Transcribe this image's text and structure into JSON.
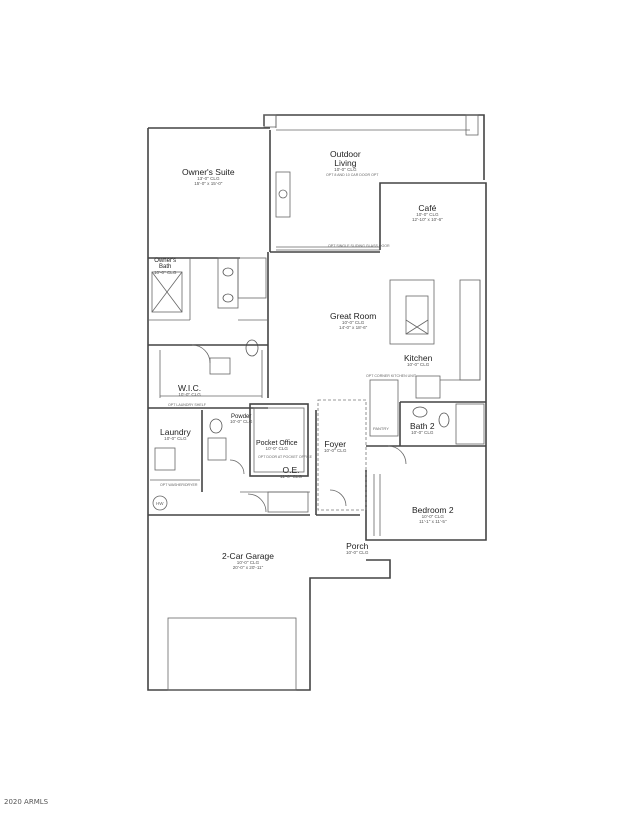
{
  "rooms": [
    {
      "id": "owners-suite",
      "name": "Owner's Suite",
      "sizes": [
        "13'-0\" CLG",
        "15'-0\" x 15'-0\""
      ]
    },
    {
      "id": "outdoor-living",
      "name": "Outdoor\nLiving",
      "sizes": [
        "10'-0\" CLG"
      ]
    },
    {
      "id": "cafe",
      "name": "Café",
      "sizes": [
        "10'-0\" CLG",
        "12'-10\" x 10'-6\""
      ]
    },
    {
      "id": "owners-bath",
      "name": "Owner's\nBath",
      "sizes": [
        "10'-0\" CLG"
      ]
    },
    {
      "id": "great-room",
      "name": "Great Room",
      "sizes": [
        "10'-0\" CLG",
        "14'-0\" x 18'-6\""
      ]
    },
    {
      "id": "kitchen",
      "name": "Kitchen",
      "sizes": [
        "10'-0\" CLG"
      ]
    },
    {
      "id": "wic",
      "name": "W.I.C.",
      "sizes": [
        "10'-0\" CLG"
      ]
    },
    {
      "id": "laundry",
      "name": "Laundry",
      "sizes": [
        "10'-0\" CLG"
      ]
    },
    {
      "id": "powder",
      "name": "Powder",
      "sizes": [
        "10'-0\" CLG"
      ]
    },
    {
      "id": "pocket-office",
      "name": "Pocket Office",
      "sizes": [
        "10'-0\" CLG"
      ]
    },
    {
      "id": "foyer",
      "name": "Foyer",
      "sizes": [
        "10'-0\" CLG"
      ]
    },
    {
      "id": "bath-2",
      "name": "Bath 2",
      "sizes": [
        "10'-0\" CLG"
      ]
    },
    {
      "id": "oe",
      "name": "O.E.",
      "sizes": [
        "11'-0\" CLG"
      ]
    },
    {
      "id": "bedroom-2",
      "name": "Bedroom 2",
      "sizes": [
        "10'-0\" CLG",
        "11'-1\" x 11'-5\""
      ]
    },
    {
      "id": "porch",
      "name": "Porch",
      "sizes": [
        "10'-0\" CLG"
      ]
    },
    {
      "id": "garage",
      "name": "2-Car Garage",
      "sizes": [
        "10'-0\" CLG",
        "20'-0\" x 20'-11\""
      ]
    }
  ],
  "labels": {
    "pantry": "PANTRY",
    "hw": "HW",
    "opt_outdoor": "OPT 8 AND 10 CAR DOOR OPT",
    "opt_slider": "OPT SINGLE SLIDING GLASS DOOR",
    "opt_kitchen": "OPT CORNER KITCHEN UNIT",
    "opt_wic": "OPT LAUNDRY SHELF",
    "opt_laundry": "OPT WASHER/DRYER",
    "opt_office": "OPT DOOR AT POCKET OFFICE"
  },
  "watermark": "2020 ARMLS"
}
